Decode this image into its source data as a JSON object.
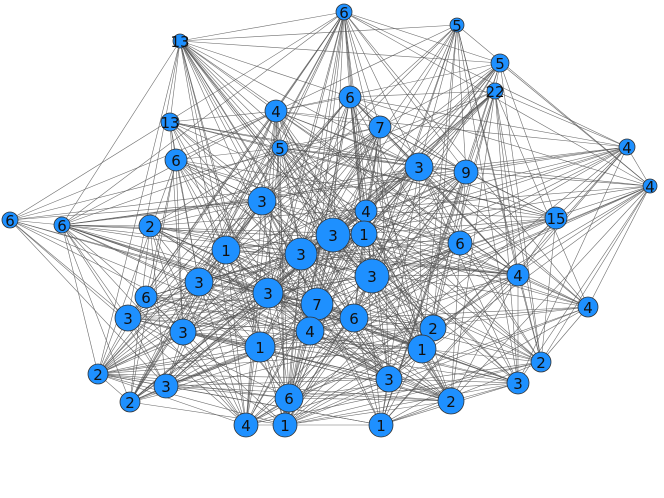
{
  "colors": {
    "node_fill": "#1E90FF",
    "edge": "#555555",
    "background": "#ffffff"
  },
  "labels": [
    "6",
    "5",
    "13",
    "5",
    "22",
    "6",
    "4",
    "13",
    "7",
    "4",
    "5",
    "6",
    "3",
    "9",
    "4",
    "6",
    "6",
    "2",
    "3",
    "4",
    "15",
    "3",
    "1",
    "1",
    "6",
    "3",
    "4",
    "3",
    "6",
    "3",
    "3",
    "7",
    "4",
    "4",
    "6",
    "3",
    "3",
    "2",
    "1",
    "1",
    "2",
    "3",
    "2",
    "3",
    "3",
    "2",
    "6",
    "2",
    "4",
    "1",
    "1"
  ],
  "edge_count": 612
}
